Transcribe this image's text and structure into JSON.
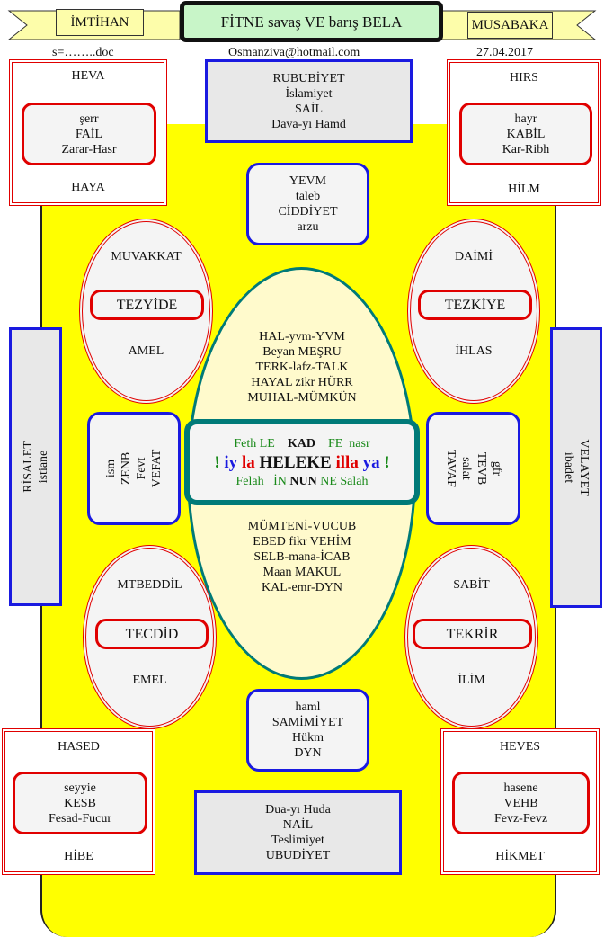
{
  "header": {
    "left_ribbon": "İMTİHAN",
    "title": "FİTNE savaş VE barış BELA",
    "right_ribbon": "MUSABAKA",
    "file": "s=……..doc",
    "email": "Osmanziva@hotmail.com",
    "date": "27.04.2017"
  },
  "corners": {
    "top_left": {
      "top": "HEVA",
      "inner": [
        "şerr",
        "FAİL",
        "Zarar-Hasr"
      ],
      "bottom": "HAYA"
    },
    "top_right": {
      "top": "HIRS",
      "inner": [
        "hayr",
        "KABİL",
        "Kar-Ribh"
      ],
      "bottom": "HİLM"
    },
    "bottom_left": {
      "top": "HASED",
      "inner": [
        "seyyie",
        "KESB",
        "Fesad-Fucur"
      ],
      "bottom": "HİBE"
    },
    "bottom_right": {
      "top": "HEVES",
      "inner": [
        "hasene",
        "VEHB",
        "Fevz-Fevz"
      ],
      "bottom": "HİKMET"
    }
  },
  "top_box": [
    "RUBUBİYET",
    "İslamiyet",
    "SAİL",
    "Dava-yı Hamd"
  ],
  "bottom_box": [
    "Dua-yı Huda",
    "NAİL",
    "Teslimiyet",
    "UBUDİYET"
  ],
  "upper_box": [
    "YEVM",
    "taleb",
    "CİDDİYET",
    "arzu"
  ],
  "lower_box": [
    "haml",
    "SAMİMİYET",
    "Hükm",
    "DYN"
  ],
  "ellipses": {
    "upper_left": {
      "top": "MUVAKKAT",
      "label": "TEZYİDE",
      "bottom": "AMEL"
    },
    "upper_right": {
      "top": "DAİMİ",
      "label": "TEZKİYE",
      "bottom": "İHLAS"
    },
    "lower_left": {
      "top": "MTBEDDİL",
      "label": "TECDİD",
      "bottom": "EMEL"
    },
    "lower_right": {
      "top": "SABİT",
      "label": "TEKRİR",
      "bottom": "İLİM"
    }
  },
  "side_left": [
    "RİSALET",
    "istiane"
  ],
  "side_right": [
    "ibadet",
    "VELAYET"
  ],
  "mid_left": [
    "ism",
    "ZENB",
    "Fevt",
    "VEFAT"
  ],
  "mid_right": [
    "TAVAF",
    "salat",
    "TEVB",
    "gfr"
  ],
  "center_upper": [
    "HAL-yvm-YVM",
    "Beyan MEŞRU",
    "TERK-lafz-TALK",
    "HAYAL zikr HÜRR",
    "MUHAL-MÜMKÜN"
  ],
  "center_lower": [
    "MÜMTENİ-VUCUB",
    "EBED fikr VEHİM",
    "SELB-mana-İCAB",
    "Maan MAKUL",
    "KAL-emr-DYN"
  ],
  "center": {
    "line1": [
      "Feth LE",
      "KAD",
      "FE  nasr"
    ],
    "line2": [
      "!",
      "iy",
      "la",
      "HELEKE",
      "illa",
      "ya",
      "!"
    ],
    "line3": [
      "Felah",
      "İN",
      "NUN",
      "NE Salah"
    ]
  },
  "colors": {
    "yellow": "#ffff00",
    "red": "#e00000",
    "blue": "#1a1ae0",
    "teal": "#007a78",
    "green": "#1a8a1a"
  }
}
